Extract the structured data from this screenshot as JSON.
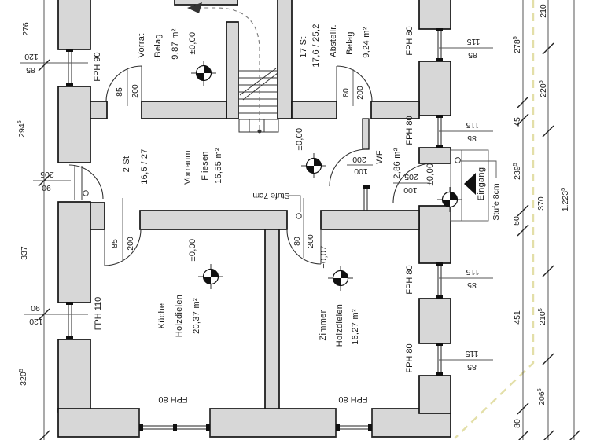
{
  "rooms": [
    {
      "name": "Vorrat",
      "finish": "Belag",
      "area": "9,87 m²"
    },
    {
      "name": "Abstellr.",
      "finish": "Belag",
      "area": "9,24 m²"
    },
    {
      "name": "Vorraum",
      "finish": "Fliesen",
      "area": "16,55 m²"
    },
    {
      "name": "WF",
      "finish": "",
      "area": "2,86 m²"
    },
    {
      "name": "Küche",
      "finish": "Holzdielen",
      "area": "20,37 m²"
    },
    {
      "name": "Zimmer",
      "finish": "Holzdielen",
      "area": "16,27 m²"
    }
  ],
  "levels": {
    "vorrat": "±0,00",
    "vorraum": "±0,00",
    "kueche": "±0,00",
    "zimmer": "+0,07",
    "eingang": "±0,00"
  },
  "stair": {
    "count": "17 St",
    "tread": "17,6 / 25,2"
  },
  "entry_steps": {
    "count": "2 St",
    "tread": "16,5 / 27"
  },
  "door_dims": {
    "vorrat": {
      "a": "85",
      "b": "200"
    },
    "abstellraum": {
      "a": "80",
      "b": "200"
    },
    "kueche": {
      "a": "85",
      "b": "200"
    },
    "zimmer": {
      "a": "80",
      "b": "200"
    },
    "windfang": {
      "a": "200",
      "b": "100"
    },
    "eingang": {
      "a": "205",
      "b": "100"
    },
    "seiteneingang": {
      "a": "205",
      "b": "90"
    }
  },
  "window_dims": {
    "left1": {
      "a": "120",
      "b": "85",
      "sill": "FPH 90"
    },
    "left2": {
      "a": "90",
      "b": "120",
      "sill": "FPH 110"
    },
    "right1": {
      "a": "115",
      "b": "85",
      "sill": "FPH 80"
    },
    "right2": {
      "a": "115",
      "b": "85",
      "sill": "FPH 80"
    },
    "right3": {
      "a": "115",
      "b": "85",
      "sill": "FPH 80"
    },
    "right4": {
      "a": "115",
      "b": "85",
      "sill": "FPH 80"
    },
    "bottom1": {
      "sill": "FPH 80"
    },
    "bottom2": {
      "sill": "FPH 80"
    }
  },
  "notes": {
    "stufe7": "Stufe 7cm",
    "stufe8": "Stufe 8cm",
    "eingang": "Eingang"
  },
  "dims": {
    "left": [
      {
        "v": "276",
        "sup": ""
      },
      {
        "v": "294",
        "sup": "5"
      },
      {
        "v": "337",
        "sup": ""
      },
      {
        "v": "320",
        "sup": "5"
      }
    ],
    "right_inner": [
      {
        "v": "278",
        "sup": "5"
      },
      {
        "v": "45",
        "sup": ""
      },
      {
        "v": "239",
        "sup": "5"
      },
      {
        "v": "50",
        "sup": ""
      },
      {
        "v": "451",
        "sup": ""
      },
      {
        "v": "80",
        "sup": ""
      }
    ],
    "right_outer": [
      {
        "v": "210",
        "sup": ""
      },
      {
        "v": "220",
        "sup": "5"
      },
      {
        "v": "370",
        "sup": ""
      },
      {
        "v": "210",
        "sup": "5"
      },
      {
        "v": "206",
        "sup": "5"
      }
    ],
    "total": {
      "v": "1.223",
      "sup": "5"
    }
  },
  "colors": {
    "wall_fill": "#d7d7d7",
    "line": "#1a1a1a",
    "boundary_line": "#e3dfa8"
  }
}
